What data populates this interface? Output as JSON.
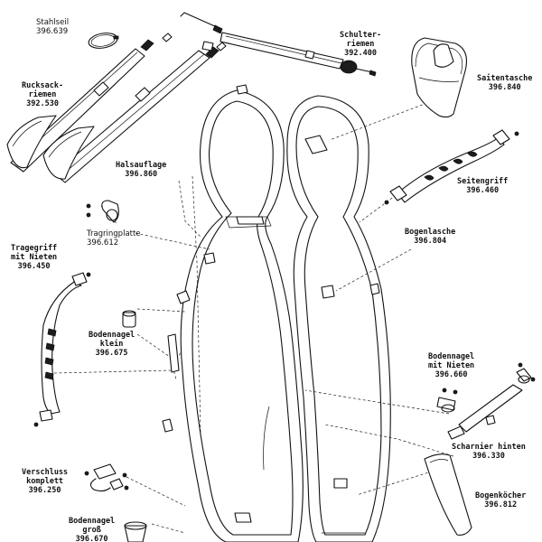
{
  "labels": {
    "stahlseil": {
      "name": "Stahlseil",
      "number": "396.639"
    },
    "schulterriemen": {
      "line1": "Schulter-",
      "line2": "riemen",
      "number": "392.400"
    },
    "saitentasche": {
      "name": "Saitentasche",
      "number": "396.840"
    },
    "rucksackriemen": {
      "line1": "Rucksack-",
      "line2": "riemen",
      "number": "392.530"
    },
    "halsauflage": {
      "name": "Halsauflage",
      "number": "396.860"
    },
    "seitengriff": {
      "name": "Seitengriff",
      "number": "396.460"
    },
    "tragringplatte": {
      "name": "Tragringplatte",
      "number": "396.612"
    },
    "bogenlasche": {
      "name": "Bogenlasche",
      "number": "396.804"
    },
    "tragegriff": {
      "line1": "Tragegriff",
      "line2": "mit Nieten",
      "number": "396.450"
    },
    "bodennagel_klein": {
      "line1": "Bodennagel",
      "line2": "klein",
      "number": "396.675"
    },
    "bodennagel_nieten": {
      "line1": "Bodennagel",
      "line2": "mit Nieten",
      "number": "396.660"
    },
    "scharnier": {
      "name": "Scharnier hinten",
      "number": "396.330"
    },
    "verschluss": {
      "line1": "Verschluss",
      "line2": "komplett",
      "number": "396.250"
    },
    "bogenkoecher": {
      "name": "Bogenköcher",
      "number": "396.812"
    },
    "bodennagel_gross": {
      "line1": "Bodennagel",
      "line2": "groß",
      "number": "396.670"
    }
  }
}
